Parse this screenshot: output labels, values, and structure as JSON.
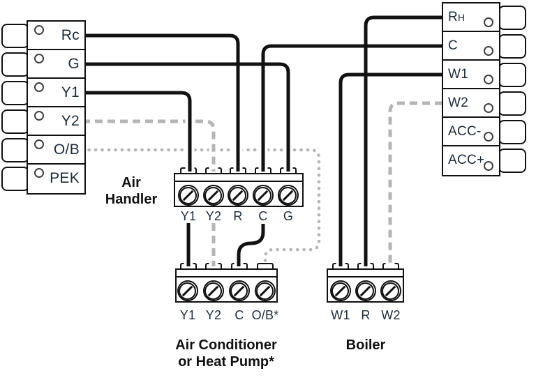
{
  "thermostat_left": {
    "terminals": [
      "Rc",
      "G",
      "Y1",
      "Y2",
      "O/B",
      "PEK"
    ]
  },
  "thermostat_right": {
    "terminals": [
      {
        "main": "R",
        "sub": "H"
      },
      {
        "main": "C",
        "sub": ""
      },
      {
        "main": "W1",
        "sub": ""
      },
      {
        "main": "W2",
        "sub": ""
      },
      {
        "main": "ACC-",
        "sub": ""
      },
      {
        "main": "ACC+",
        "sub": ""
      }
    ]
  },
  "air_handler": {
    "caption_line1": "Air",
    "caption_line2": "Handler",
    "terminals": [
      "Y1",
      "Y2",
      "R",
      "C",
      "G"
    ]
  },
  "air_conditioner": {
    "caption_line1": "Air Conditioner",
    "caption_line2": "or Heat Pump*",
    "terminals": [
      "Y1",
      "Y2",
      "C",
      "O/B*"
    ]
  },
  "boiler": {
    "caption": "Boiler",
    "terminals": [
      "W1",
      "R",
      "W2"
    ]
  },
  "wires": [
    {
      "id": "rc-to-air-handler-r",
      "from": "Rc",
      "to": "Air Handler R",
      "style": "solid-black"
    },
    {
      "id": "g-to-air-handler-g",
      "from": "G",
      "to": "Air Handler G",
      "style": "solid-black"
    },
    {
      "id": "y1-to-air-handler-y1",
      "from": "Y1",
      "to": "Air Handler Y1",
      "style": "solid-black"
    },
    {
      "id": "y2-to-air-handler-y2",
      "from": "Y2",
      "to": "Air Handler Y2",
      "style": "dashed-gray"
    },
    {
      "id": "ob-to-ac-ob",
      "from": "O/B",
      "to": "Air Conditioner O/B*",
      "style": "dotted-gray"
    },
    {
      "id": "rh-to-boiler-r",
      "from": "RH",
      "to": "Boiler R",
      "style": "solid-black"
    },
    {
      "id": "c-to-air-handler-c",
      "from": "C",
      "to": "Air Handler C",
      "style": "solid-black"
    },
    {
      "id": "w1-to-boiler-w1",
      "from": "W1",
      "to": "Boiler W1",
      "style": "solid-black"
    },
    {
      "id": "w2-to-boiler-w2",
      "from": "W2",
      "to": "Boiler W2",
      "style": "dashed-gray"
    },
    {
      "id": "air-handler-y1-to-ac-y1",
      "from": "Air Handler Y1",
      "to": "Air Conditioner Y1",
      "style": "solid-black"
    },
    {
      "id": "air-handler-y2-to-ac-y2",
      "from": "Air Handler Y2",
      "to": "Air Conditioner Y2",
      "style": "dashed-gray"
    },
    {
      "id": "air-handler-c-to-ac-c",
      "from": "Air Handler C",
      "to": "Air Conditioner C",
      "style": "solid-black"
    }
  ],
  "colors": {
    "wire_solid": "#111111",
    "wire_gray": "#b5b5b5",
    "terminal_label": "#1d2b38",
    "caption": "#111111"
  }
}
